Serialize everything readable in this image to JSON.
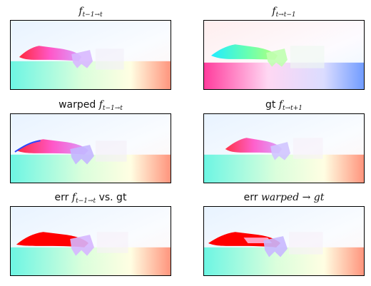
{
  "panels": [
    {
      "id": "p1",
      "prefix": "",
      "math": "f",
      "sub": "t−1→t"
    },
    {
      "id": "p2",
      "prefix": "",
      "math": "f",
      "sub": "t→t−1"
    },
    {
      "id": "p3",
      "prefix": "warped ",
      "math": "f",
      "sub": "t−1→t"
    },
    {
      "id": "p4",
      "prefix": "gt ",
      "math": "f",
      "sub": "t→t+1"
    },
    {
      "id": "p5",
      "prefix": "err ",
      "math": "f",
      "sub": "t−1→t",
      "suffix": " vs.  gt"
    },
    {
      "id": "p6",
      "prefix": "err ",
      "math": "warped → gt",
      "sub": ""
    }
  ]
}
